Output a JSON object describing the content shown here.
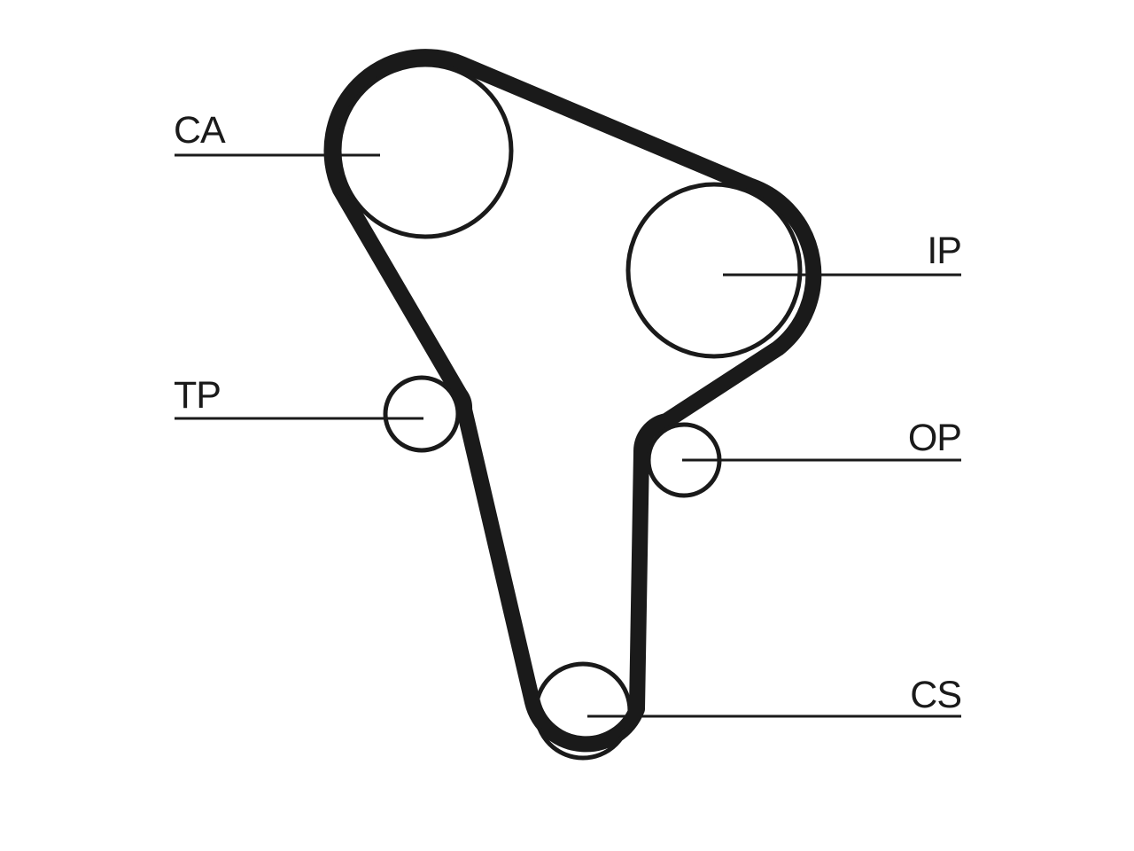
{
  "diagram": {
    "colors": {
      "line": "#1a1a1a",
      "background": "#ffffff"
    },
    "labels": {
      "ca": "CA",
      "ip": "IP",
      "tp": "TP",
      "op": "OP",
      "cs": "CS"
    }
  }
}
